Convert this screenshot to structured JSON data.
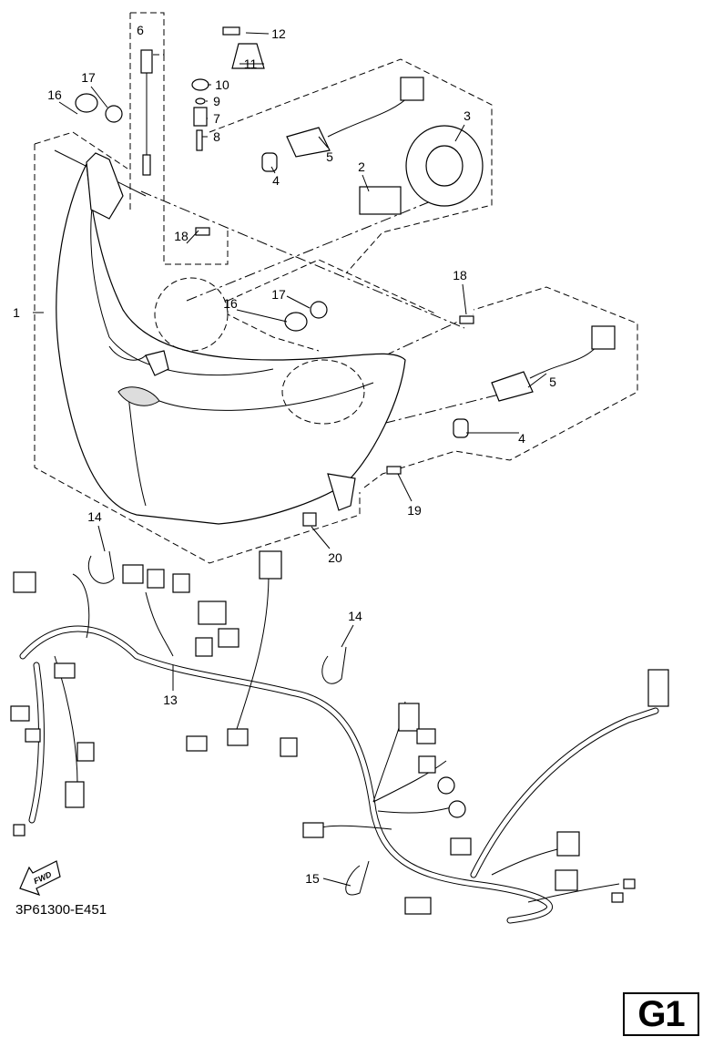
{
  "diagram_code": "3P61300-E451",
  "page_tag": "G1",
  "fwd_label": "FWD",
  "callouts": {
    "c1": "1",
    "c2": "2",
    "c3": "3",
    "c4a": "4",
    "c4b": "4",
    "c5a": "5",
    "c5b": "5",
    "c6": "6",
    "c7": "7",
    "c8": "8",
    "c9": "9",
    "c10": "10",
    "c11": "11",
    "c12": "12",
    "c13": "13",
    "c14a": "14",
    "c14b": "14",
    "c15": "15",
    "c16a": "16",
    "c16b": "16",
    "c17a": "17",
    "c17b": "17",
    "c18a": "18",
    "c18b": "18",
    "c19": "19",
    "c20": "20"
  }
}
